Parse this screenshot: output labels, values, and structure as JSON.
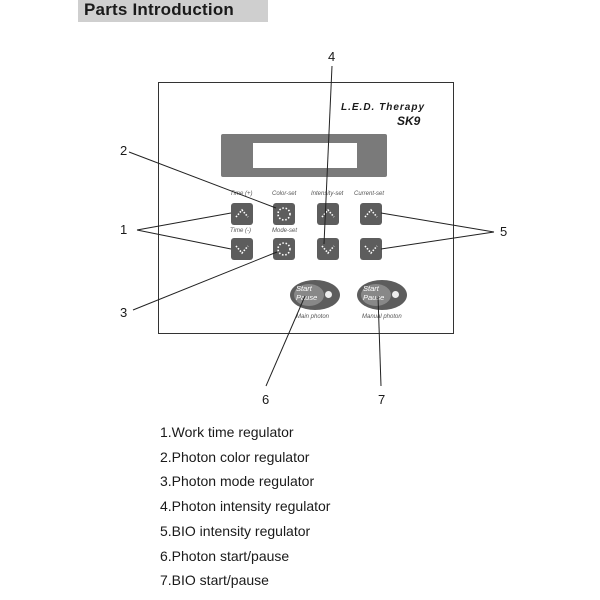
{
  "header": {
    "title": "Parts Introduction"
  },
  "device": {
    "brand": "L.E.D. Therapy",
    "model": "SK9",
    "buttons": [
      {
        "id": "time-plus",
        "label": "Time (+)",
        "symbol": "up"
      },
      {
        "id": "color-set",
        "label": "Color-set",
        "symbol": "circle"
      },
      {
        "id": "intensity-up",
        "label": "Intensity-set",
        "symbol": "up"
      },
      {
        "id": "current-up",
        "label": "Current-set",
        "symbol": "up"
      },
      {
        "id": "time-minus",
        "label": "Time (-)",
        "symbol": "down"
      },
      {
        "id": "mode-set",
        "label": "Mode-set",
        "symbol": "circle"
      },
      {
        "id": "intensity-down",
        "label": "",
        "symbol": "down"
      },
      {
        "id": "current-down",
        "label": "",
        "symbol": "down"
      }
    ],
    "start_buttons": [
      {
        "start": "Start",
        "pause": "Pause",
        "caption": "Main photon"
      },
      {
        "start": "Start",
        "pause": "Pause",
        "caption": "Manual photon"
      }
    ]
  },
  "callouts": [
    "1",
    "2",
    "3",
    "4",
    "5",
    "6",
    "7"
  ],
  "parts_list": [
    "1.Work time regulator",
    "2.Photon color regulator",
    "3.Photon mode regulator",
    "4.Photon intensity regulator",
    "5.BIO intensity regulator",
    "6.Photon start/pause",
    "7.BIO start/pause"
  ]
}
